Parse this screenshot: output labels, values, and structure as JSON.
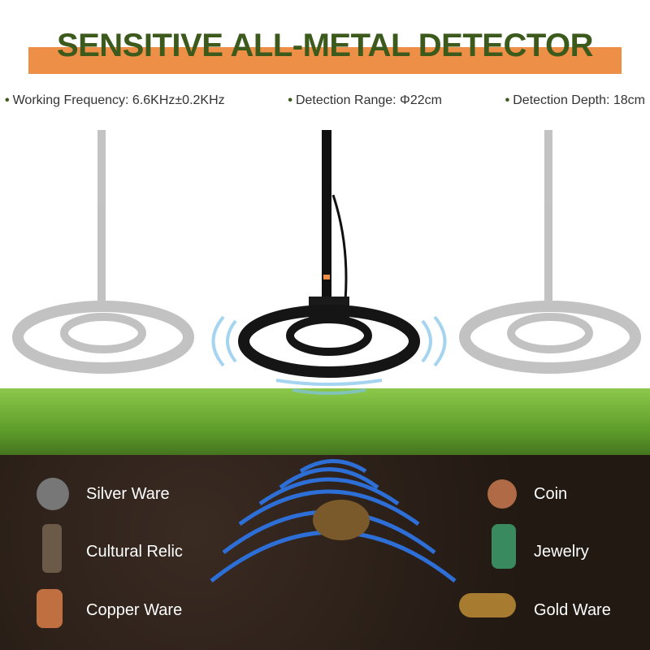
{
  "header": {
    "title": "SENSITIVE ALL-METAL DETECTOR"
  },
  "specs": [
    {
      "label": "Working Frequency: 6.6KHz±0.2KHz"
    },
    {
      "label": "Detection Range: Φ22cm"
    },
    {
      "label": "Detection Depth: 18cm"
    }
  ],
  "objects_left": [
    {
      "label": "Silver Ware",
      "icon": "silver-pot-icon"
    },
    {
      "label": "Cultural Relic",
      "icon": "statue-icon"
    },
    {
      "label": "Copper Ware",
      "icon": "copper-jug-icon"
    }
  ],
  "objects_right": [
    {
      "label": "Coin",
      "icon": "coin-icon"
    },
    {
      "label": "Jewelry",
      "icon": "jewelry-icon"
    },
    {
      "label": "Gold Ware",
      "icon": "gold-pot-icon"
    }
  ],
  "colors": {
    "title": "#3b5a1c",
    "accent": "#ee8f47",
    "wave": "#2d6fd6"
  }
}
